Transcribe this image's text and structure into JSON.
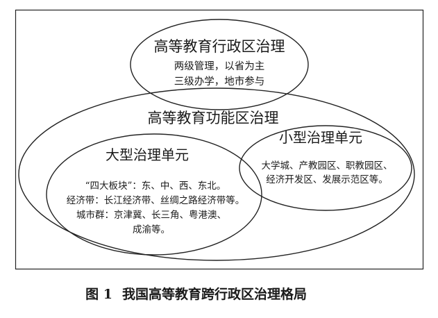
{
  "admin_governance": {
    "title": "高等教育行政区治理",
    "lines": [
      "两级管理，以省为主",
      "三级办学，地市参与"
    ]
  },
  "functional_governance": {
    "title": "高等教育功能区治理"
  },
  "large_unit": {
    "title": "大型治理单元",
    "lines": [
      "“四大板块”：东、中、西、东北。",
      "经济带：长江经济带、丝绸之路经济带等。",
      "城市群：京津冀、长三角、粤港澳、",
      "成渝等。"
    ]
  },
  "small_unit": {
    "title": "小型治理单元",
    "lines": [
      "大学城、产教园区、职教园区、",
      "经济开发区、发展示范区等。"
    ]
  },
  "caption": {
    "label": "图 1",
    "text": "我国高等教育跨行政区治理格局"
  }
}
